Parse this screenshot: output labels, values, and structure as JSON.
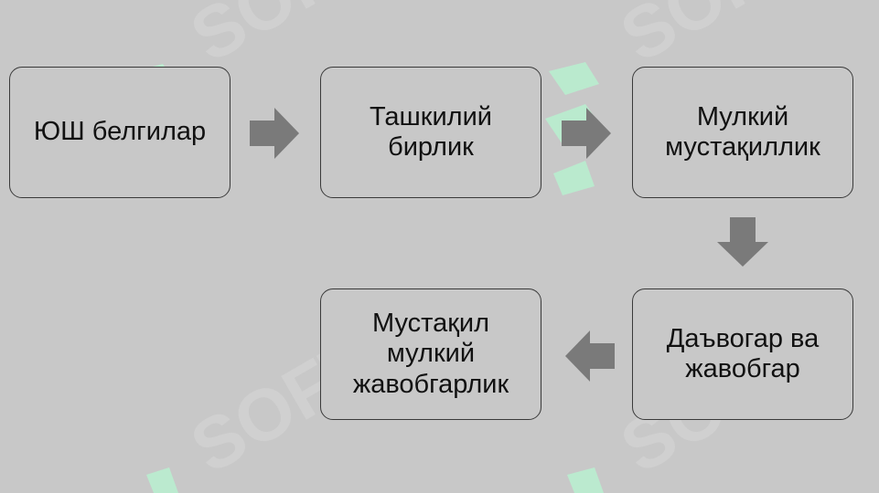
{
  "nodes": {
    "n1": "ЮШ белгилар",
    "n2": "Ташкилий бирлик",
    "n3": "Мулкий мустақиллик",
    "n4": "Даъвогар ва жавобгар",
    "n5": "Мустақил мулкий жавобгарлик"
  },
  "watermark": {
    "text": "SOFT",
    "color": "#b8f0d0"
  },
  "colors": {
    "background": "#c8c8c8",
    "border": "#3a3a3a",
    "arrow": "#7a7a7a"
  }
}
